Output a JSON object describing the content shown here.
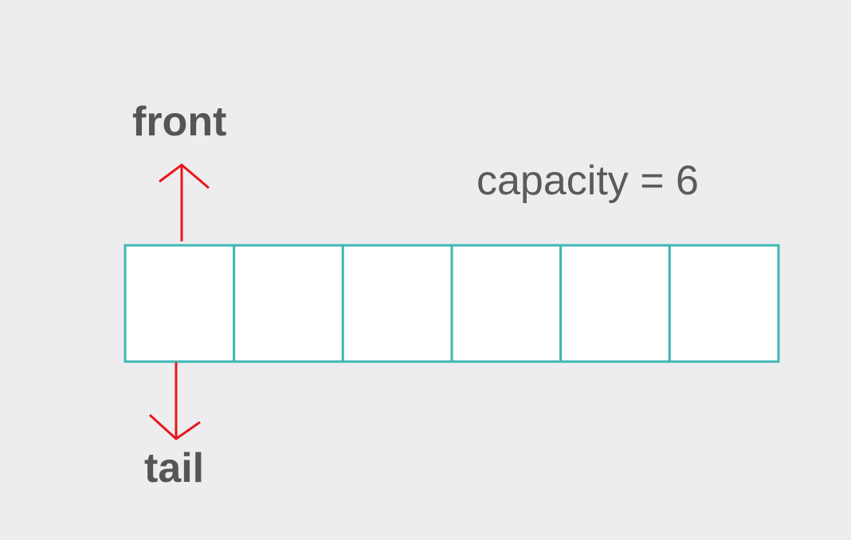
{
  "labels": {
    "front": "front",
    "tail": "tail",
    "capacity": "capacity = 6"
  },
  "queue": {
    "capacity": 6,
    "cells": [
      "",
      "",
      "",
      "",
      "",
      ""
    ],
    "front_index": 0,
    "tail_index": 0
  },
  "colors": {
    "background": "#ededef",
    "cell_fill": "#ffffff",
    "cell_border": "#3db8b3",
    "arrow": "#e8161c",
    "text": "#555555"
  }
}
